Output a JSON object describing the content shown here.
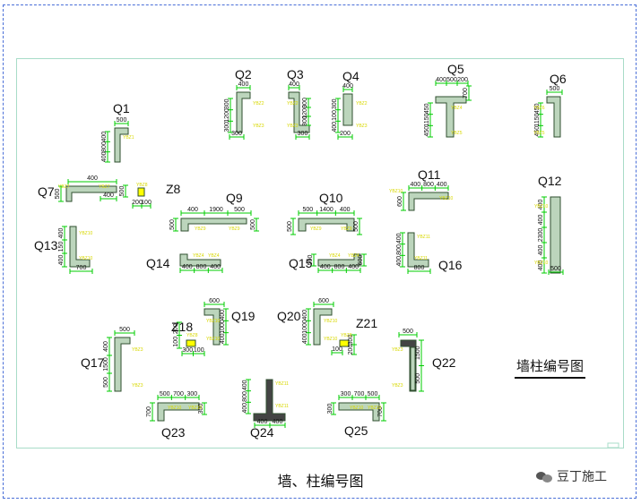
{
  "caption": "墙、柱编号图",
  "legend_title": "墙柱编号图",
  "watermark": "豆丁施工",
  "colors": {
    "wall_fill": "#bcd5bc",
    "wall_stroke": "#2f4f2f",
    "dim": "#00cc00",
    "dim_text": "#111111",
    "tag_text": "#d8d800",
    "col_fill": "#ffff00",
    "q24_fill": "#444444",
    "frame": "#4a6fd8",
    "inner_frame": "#a8dcc8"
  },
  "labels": [
    "Q1",
    "Q2",
    "Q3",
    "Q4",
    "Q5",
    "Q6",
    "Q7",
    "Z8",
    "Q9",
    "Q10",
    "Q11",
    "Q12",
    "Q13",
    "Q14",
    "Q15",
    "Q16",
    "Z18",
    "Q19",
    "Q20",
    "Z21",
    "Q17",
    "Q22",
    "Q23",
    "Q24",
    "Q25"
  ],
  "dims": {
    "q1": [
      "500",
      "400",
      "800",
      "400"
    ],
    "q2": [
      "400",
      "300",
      "1200",
      "300",
      "300",
      "400"
    ],
    "q3": [
      "400",
      "300",
      "1200",
      "300",
      "300",
      "400"
    ],
    "q4": [
      "400",
      "300",
      "100",
      "400",
      "200",
      "400"
    ],
    "q5": [
      "400",
      "500",
      "200",
      "700",
      "450",
      "1150",
      "450"
    ],
    "q6": [
      "500",
      "450",
      "1150",
      "450"
    ],
    "q7": [
      "400",
      "500",
      "400",
      "500"
    ],
    "z8": [
      "200",
      "100"
    ],
    "q9": [
      "400",
      "1900",
      "500",
      "500",
      "500"
    ],
    "q10": [
      "500",
      "1400",
      "400",
      "500",
      "500"
    ],
    "q11": [
      "400",
      "800",
      "400",
      "600"
    ],
    "q12": [
      "400",
      "400",
      "2300",
      "400",
      "400",
      "500"
    ],
    "q13": [
      "400",
      "150",
      "400",
      "700"
    ],
    "q14": [
      "400",
      "800",
      "400"
    ],
    "q15": [
      "500",
      "400",
      "800",
      "400",
      "600"
    ],
    "q16": [
      "400",
      "800",
      "400",
      "800"
    ],
    "z18": [
      "200",
      "100",
      "300",
      "100"
    ],
    "q19": [
      "600",
      "400",
      "1000",
      "400"
    ],
    "q20": [
      "600",
      "400",
      "1000",
      "400"
    ],
    "z21": [
      "100",
      "300",
      "200"
    ],
    "q17": [
      "500",
      "400",
      "1500",
      "500"
    ],
    "q22": [
      "500",
      "1500",
      "500"
    ],
    "q23": [
      "500",
      "700",
      "300",
      "700",
      "300"
    ],
    "q24": [
      "400",
      "800",
      "400",
      "400",
      "400"
    ],
    "q25": [
      "300",
      "700",
      "500",
      "300",
      "700"
    ]
  },
  "tags": [
    "YBZ1",
    "YBZ2",
    "YBZ3",
    "YBZ4",
    "YBZ5",
    "YBZ6",
    "YBZ7",
    "YBZ8",
    "YBZ9",
    "YBZ10",
    "YBZ11"
  ]
}
